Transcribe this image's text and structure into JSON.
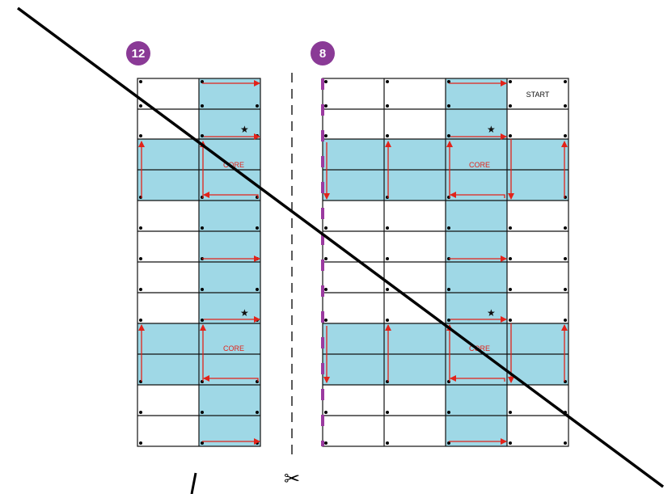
{
  "panels": {
    "left": {
      "badge": "12",
      "core_labels": [
        "CORE",
        "CORE"
      ]
    },
    "right": {
      "badge": "8",
      "start_label": "START",
      "core_labels": [
        "CORE",
        "CORE"
      ]
    }
  },
  "scissors_icon": "scissors-icon",
  "colors": {
    "core_fill": "#9fd8e6",
    "arrow": "#e2231a",
    "badge": "#8a3a96",
    "seam_dash": "#9b3aa0",
    "grid_line": "#111111",
    "strike_line": "#000000"
  }
}
